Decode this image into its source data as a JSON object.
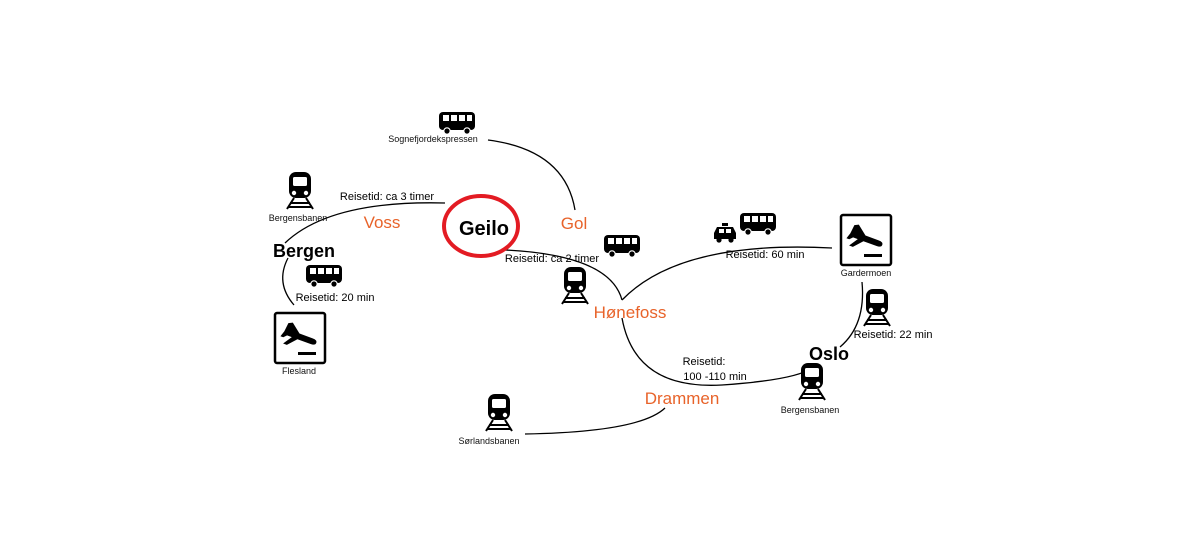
{
  "cities": {
    "geilo": "Geilo",
    "bergen": "Bergen",
    "oslo": "Oslo"
  },
  "towns": {
    "voss": "Voss",
    "gol": "Gol",
    "honefoss": "Hønefoss",
    "drammen": "Drammen"
  },
  "travel_labels": {
    "bergen_geilo": "Reisetid: ca 3 timer",
    "geilo_honefoss": "Reisetid: ca 2 timer",
    "bergen_flesland": "Reisetid: 20 min",
    "honefoss_gardermoen": "Reisetid: 60 min",
    "gardermoen_oslo": "Reisetid: 22 min",
    "honefoss_oslo_line1": "Reisetid:",
    "honefoss_oslo_line2": "100 -110 min"
  },
  "stations": {
    "bergensbanen_west": "Bergensbanen",
    "bergensbanen_east": "Bergensbanen",
    "sognefjordekspressen": "Sognefjordekspressen",
    "sorlandsbanen": "Sørlandsbanen",
    "flesland": "Flesland",
    "gardermoen": "Gardermoen"
  },
  "icons": [
    "train-icon",
    "bus-icon",
    "taxi-icon",
    "airport-icon"
  ],
  "colors": {
    "highlight_ring": "#e31b23",
    "town_text": "#e8632a",
    "line": "#000000"
  }
}
